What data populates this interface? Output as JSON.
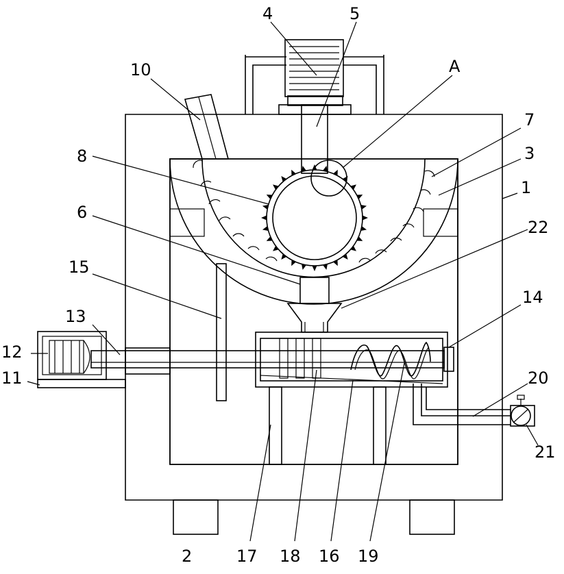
{
  "labels": {
    "l1": "1",
    "l2": "2",
    "l3": "3",
    "l4": "4",
    "l5": "5",
    "l6": "6",
    "l7": "7",
    "l8": "8",
    "l10": "10",
    "l11": "11",
    "l12": "12",
    "l13": "13",
    "l14": "14",
    "l15": "15",
    "l16": "16",
    "l17": "17",
    "l18": "18",
    "l19": "19",
    "l20": "20",
    "l21": "21",
    "l22": "22",
    "lA": "A"
  }
}
